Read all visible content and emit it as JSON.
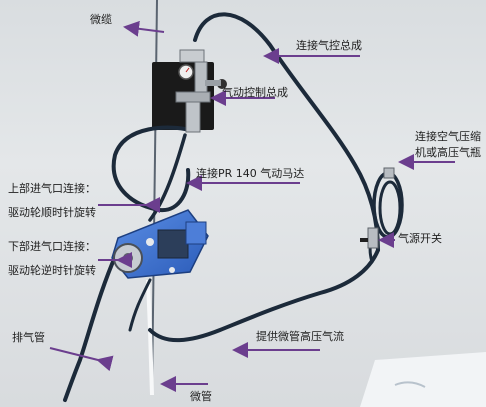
{
  "labels": {
    "microcable": "微缆",
    "pneumatic_control_assembly": "连接气控总成",
    "pneumatic_control_unit": "气动控制总成",
    "air_motor": "连接PR 140 气动马达",
    "upper_inlet_title": "上部进气口连接：",
    "upper_inlet_desc": "驱动轮顺时针旋转",
    "lower_inlet_title": "下部进气口连接：",
    "lower_inlet_desc": "驱动轮逆时针旋转",
    "compressor_line1": "连接空气压缩",
    "compressor_line2": "机或高压气瓶",
    "air_switch": "气源开关",
    "high_pressure_air": "提供微管高压气流",
    "exhaust_pipe": "排气管",
    "microduct": "微管"
  },
  "colors": {
    "arrow": "#6b3e8e",
    "hose": "#1c2a3a",
    "machine_body": "#3a6fd0",
    "panel": "#1a1a1a",
    "background": "#dde0e3"
  },
  "icons": {
    "arrow": "left-pointing-arrow",
    "gauge": "pressure-gauge-icon",
    "valve": "air-valve-icon"
  }
}
